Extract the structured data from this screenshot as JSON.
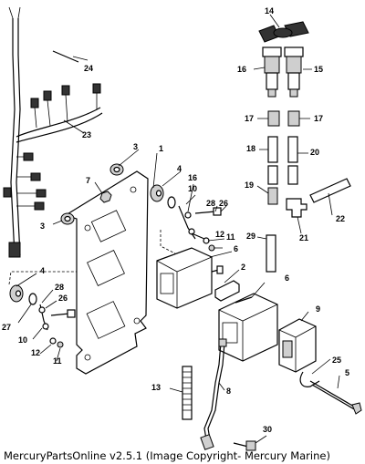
{
  "diagram": {
    "callouts": {
      "c1": "1",
      "c2": "2",
      "c3a": "3",
      "c3b": "3",
      "c4a": "4",
      "c4b": "4",
      "c5": "5",
      "c6a": "6",
      "c6b": "6",
      "c7": "7",
      "c8": "8",
      "c9": "9",
      "c10a": "10",
      "c10b": "10",
      "c11a": "11",
      "c11b": "11",
      "c12a": "12",
      "c12b": "12",
      "c13": "13",
      "c14": "14",
      "c15": "15",
      "c16a": "16",
      "c16b": "16",
      "c17a": "17",
      "c17b": "17",
      "c18": "18",
      "c19": "19",
      "c20": "20",
      "c21": "21",
      "c22": "22",
      "c23": "23",
      "c24": "24",
      "c25": "25",
      "c26a": "26",
      "c26b": "26",
      "c27": "27",
      "c28a": "28",
      "c28b": "28",
      "c29": "29",
      "c30": "30"
    }
  },
  "caption": "MercuryPartsOnline v2.5.1 (Image Copyright- Mercury Marine)"
}
